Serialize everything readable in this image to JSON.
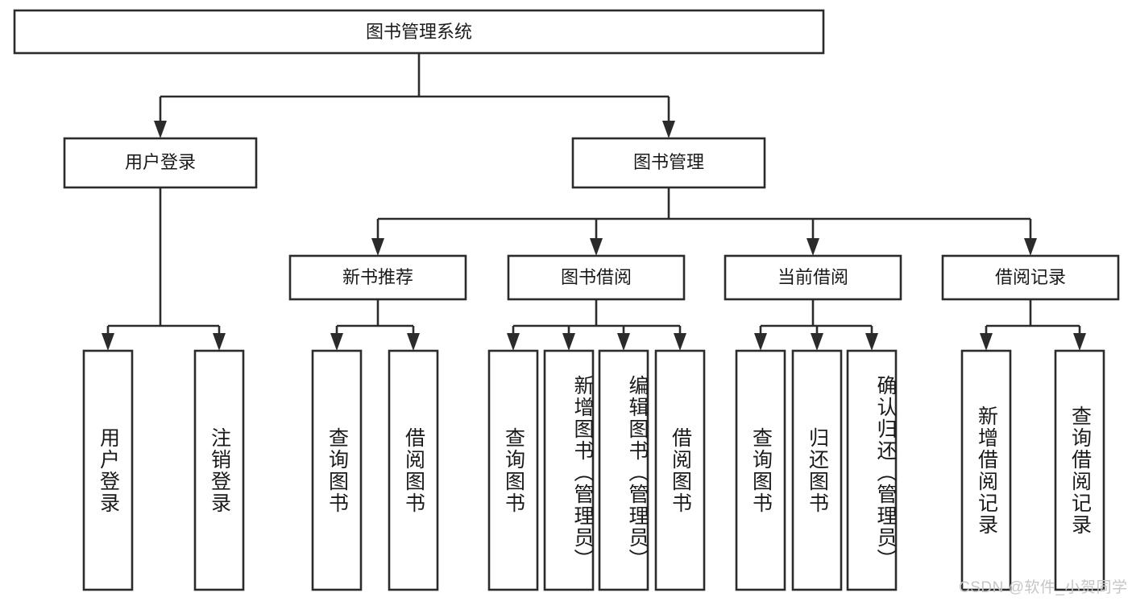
{
  "diagram": {
    "title": "图书管理系统",
    "type": "tree-hierarchy-diagram",
    "root": {
      "label": "图书管理系统"
    },
    "level1": [
      {
        "label": "用户登录"
      },
      {
        "label": "图书管理"
      }
    ],
    "level2": [
      {
        "label": "新书推荐",
        "parent": "图书管理"
      },
      {
        "label": "图书借阅",
        "parent": "图书管理"
      },
      {
        "label": "当前借阅",
        "parent": "图书管理"
      },
      {
        "label": "借阅记录",
        "parent": "图书管理"
      }
    ],
    "leaves": {
      "user_login": [
        {
          "label": "用户登录"
        },
        {
          "label": "注销登录"
        }
      ],
      "new_book_recommend": [
        {
          "label": "查询图书"
        },
        {
          "label": "借阅图书"
        }
      ],
      "book_borrow": [
        {
          "label": "查询图书"
        },
        {
          "label": "新增图书（管理员）"
        },
        {
          "label": "编辑图书（管理员）"
        },
        {
          "label": "借阅图书"
        }
      ],
      "current_borrow": [
        {
          "label": "查询图书"
        },
        {
          "label": "归还图书"
        },
        {
          "label": "确认归还（管理员）"
        }
      ],
      "borrow_record": [
        {
          "label": "新增借阅记录"
        },
        {
          "label": "查询借阅记录"
        }
      ]
    }
  },
  "watermark": {
    "text": "CSDN @软件_小贺同学"
  },
  "colors": {
    "stroke": "#2b2b2b",
    "fill": "#ffffff",
    "text": "#1a1a1a",
    "watermark": "#c6c6c6"
  }
}
